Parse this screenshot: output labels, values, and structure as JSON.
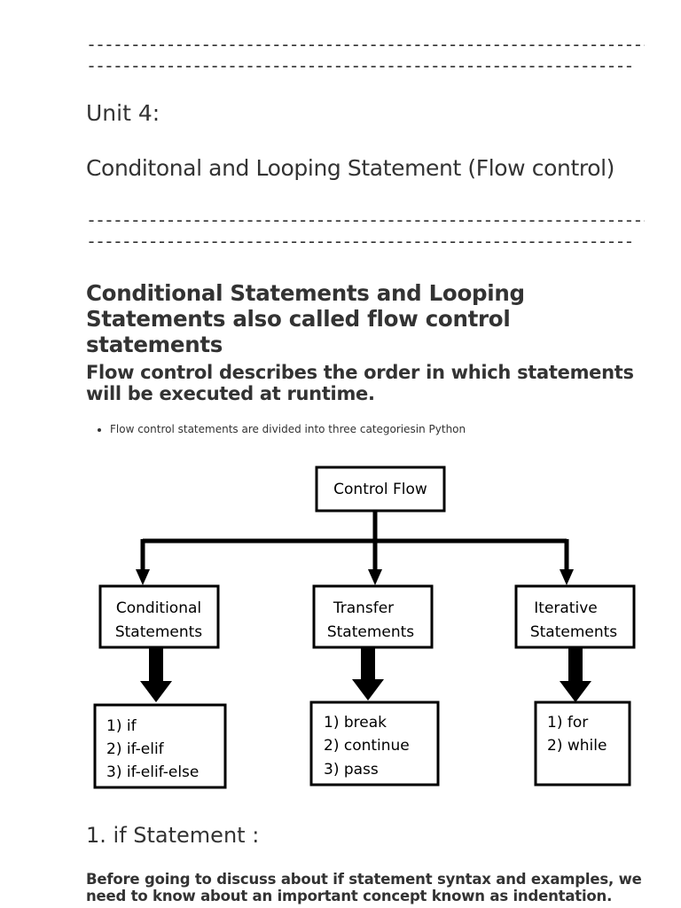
{
  "separator_top": {
    "line1": "-----------------------------------------------------------------------",
    "line2": "--------------------------------------------------------------"
  },
  "unit_heading": "Unit 4:",
  "unit_title": "Conditonal and Looping Statement (Flow control)",
  "separator_mid": {
    "line1": "-----------------------------------------------------------------------",
    "line2": "--------------------------------------------------------------"
  },
  "section_heading": "Conditional Statements and Looping Statements also called flow control statements",
  "subheading": "Flow control describes the order in which statements will be executed at runtime.",
  "bullets": [
    "Flow control statements are divided into three categoriesin Python"
  ],
  "diagram": {
    "root": "Control Flow",
    "categories": [
      {
        "line1": "Conditional",
        "line2": "Statements",
        "items": [
          "1)  if",
          "2)  if-elif",
          "3)  if-elif-else"
        ]
      },
      {
        "line1": "Transfer",
        "line2": "Statements",
        "items": [
          "1)  break",
          "2)  continue",
          "3)  pass"
        ]
      },
      {
        "line1": "Iterative",
        "line2": "Statements",
        "items": [
          "1)  for",
          "2)  while"
        ]
      }
    ]
  },
  "if_heading": "1. if Statement :",
  "intro_paragraph": "Before going to discuss about if statement syntax and examples, we need to know about an important concept known as indentation."
}
